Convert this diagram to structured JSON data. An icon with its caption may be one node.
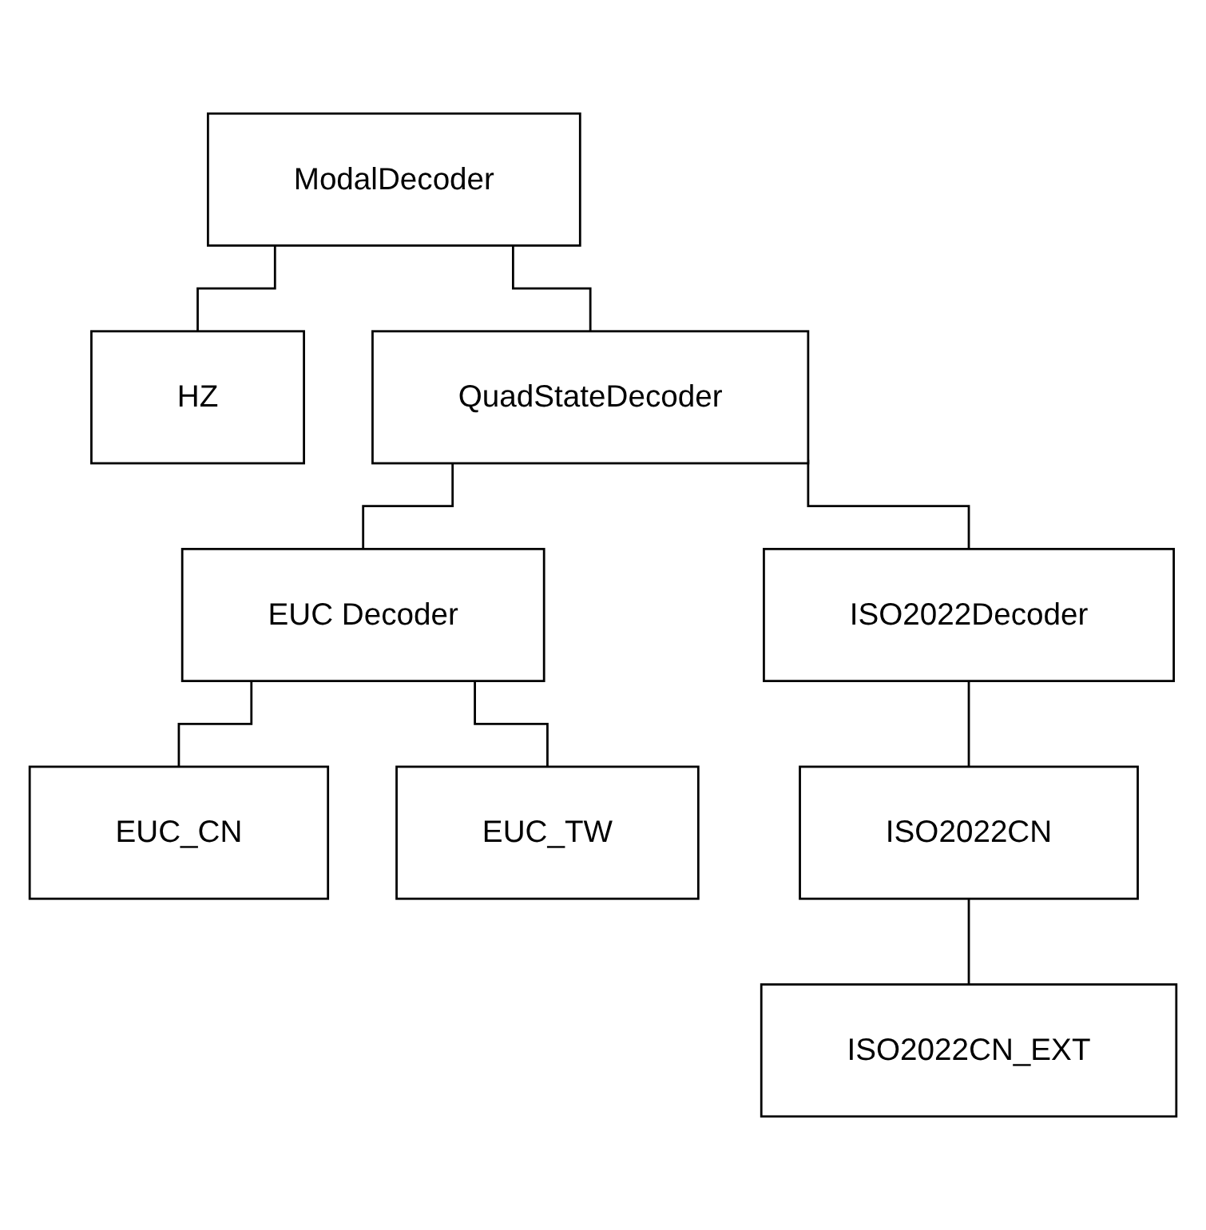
{
  "diagram": {
    "nodes": [
      {
        "text": [
          "ModalDecoder"
        ]
      },
      {
        "text": [
          "HZ"
        ]
      },
      {
        "text": [
          "QuadStateDecoder"
        ]
      },
      {
        "text": [
          "EUC Decoder"
        ]
      },
      {
        "text": [
          "ISO2022Decoder"
        ]
      },
      {
        "text": [
          "EUC_CN"
        ]
      },
      {
        "text": [
          "EUC_TW"
        ]
      },
      {
        "text": [
          "ISO2022CN"
        ]
      },
      {
        "text": [
          "ISO2022CN_EXT"
        ]
      }
    ],
    "edges": [
      {
        "from": 0,
        "to": 1,
        "arrow": "none"
      },
      {
        "from": 0,
        "to": 2,
        "arrow": "none"
      },
      {
        "from": 2,
        "to": 3,
        "arrow": "none"
      },
      {
        "from": 2,
        "to": 4,
        "arrow": "none"
      },
      {
        "from": 3,
        "to": 5,
        "arrow": "none"
      },
      {
        "from": 3,
        "to": 6,
        "arrow": "none"
      },
      {
        "from": 4,
        "to": 7,
        "arrow": "none"
      },
      {
        "from": 7,
        "to": 8,
        "arrow": "none"
      }
    ]
  }
}
